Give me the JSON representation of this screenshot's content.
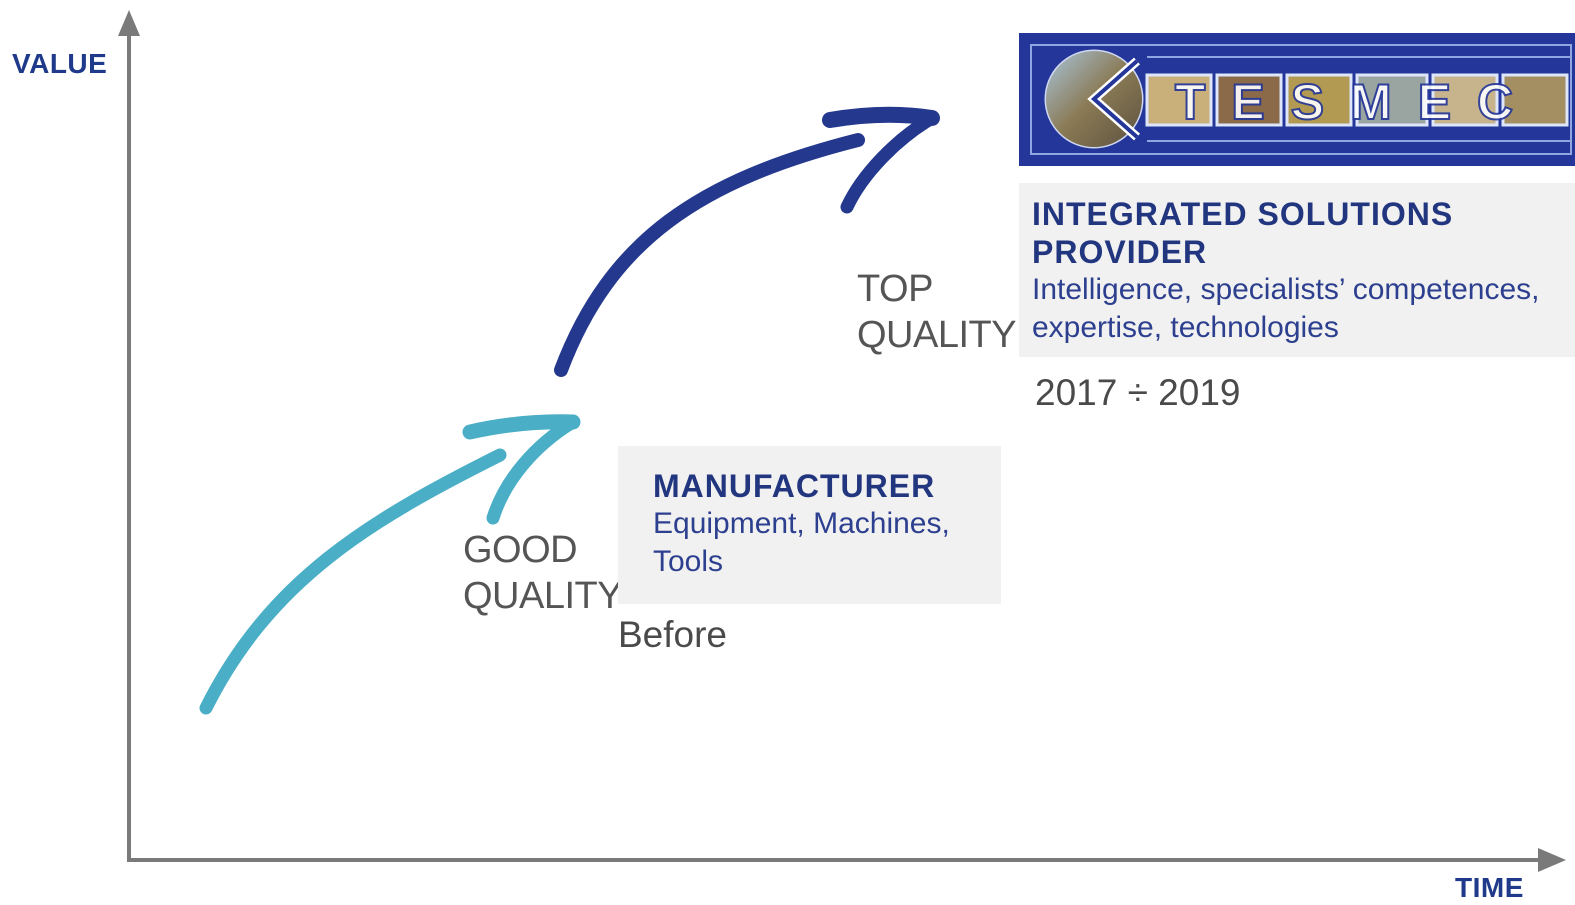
{
  "axes": {
    "y_label": "VALUE",
    "x_label": "TIME"
  },
  "stages": [
    {
      "quality_line1": "GOOD",
      "quality_line2": "QUALITY",
      "title": "MANUFACTURER",
      "body": "Equipment, Machines, Tools",
      "period": "Before",
      "arrow_color": "#49aec6"
    },
    {
      "quality_line1": "TOP",
      "quality_line2": "QUALITY",
      "title": "INTEGRATED SOLUTIONS PROVIDER",
      "body": "Intelligence, specialists’ competences, expertise, technologies",
      "period": "2017 ÷ 2019",
      "arrow_color": "#24388e"
    }
  ],
  "logo": {
    "brand": "TESMEC",
    "background_color": "#24369a"
  },
  "colors": {
    "axis": "#7a7a7a",
    "label": "#1f3a8a",
    "card_bg": "#f1f1f1"
  }
}
